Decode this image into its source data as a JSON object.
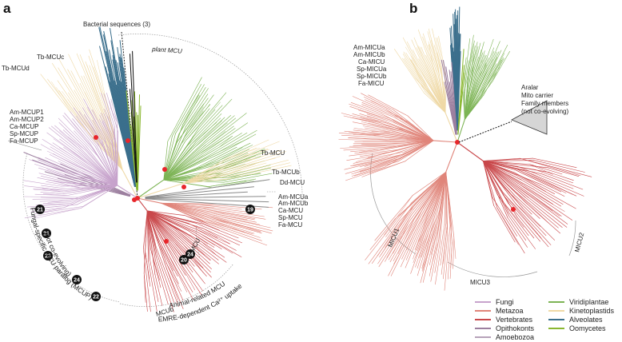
{
  "panels": {
    "a": "a",
    "b": "b"
  },
  "colors": {
    "fungi": "#c7a3cc",
    "metazoa": "#e0857a",
    "vertebrates": "#c9484b",
    "opisthokonts": "#9c7f9f",
    "amoebozoa": "#b7a2b9",
    "viridiplantae": "#7db455",
    "kinetoplastids": "#efd9a6",
    "alveolates": "#3b6f8c",
    "oomycetes": "#8ab730",
    "node": "#e8262b",
    "arc": "#9a9a9a",
    "black": "#111111"
  },
  "tree_a": {
    "bacterial": "Bacterial sequences (3)",
    "plant_mcu": "plant MCU",
    "tb_mcuc": "Tb-MCUc",
    "tb_mcud": "Tb-MCUd",
    "mcup_labels": [
      "Am-MCUP1",
      "Am-MCUP2",
      "Ca-MCUP",
      "Sp-MCUP",
      "Fa-MCUP"
    ],
    "tb_mcu": "Tb-MCU",
    "tb_mcub": "Tb-MCUb",
    "dd_mcu": "Dd-MCU",
    "mcu_labels": [
      "Am-MCUa",
      "Am-MCUb",
      "Ca-MCU",
      "Sp-MCU",
      "Fa-MCU"
    ],
    "mcu_clade": "MCU",
    "mcub_clade": "MCUb",
    "fungal_line1": "Fungal-specific MCU paralog (MCUP)",
    "fungal_line2": "(not co-evolving)",
    "animal_line1": "Animal-related MCU",
    "animal_line2": "EMRE-dependent Ca²⁺ uptake",
    "badges": [
      "21",
      "21",
      "23",
      "24",
      "22",
      "19",
      "20",
      "24"
    ]
  },
  "tree_b": {
    "micu_labels": [
      "Am-MICUa",
      "Am-MICUb",
      "Ca-MICU",
      "Sp-MICUa",
      "Sp-MICUb",
      "Fa-MICU"
    ],
    "aralar": [
      "Aralar",
      "Mito carrier",
      "Family members",
      "(not co-evolving)"
    ],
    "micu1": "MICU1",
    "micu2": "MICU2",
    "micu3": "MICU3"
  },
  "legend": [
    {
      "label": "Fungi",
      "color": "#c7a3cc"
    },
    {
      "label": "Metazoa",
      "color": "#e0857a"
    },
    {
      "label": "Vertebrates",
      "color": "#c9484b"
    },
    {
      "label": "Opithokonts",
      "color": "#9c7f9f"
    },
    {
      "label": "Amoebozoa",
      "color": "#b7a2b9"
    },
    {
      "label": "Viridiplantae",
      "color": "#7db455"
    },
    {
      "label": "Kinetoplastids",
      "color": "#efd9a6"
    },
    {
      "label": "Alveolates",
      "color": "#3b6f8c"
    },
    {
      "label": "Oomycetes",
      "color": "#8ab730"
    }
  ]
}
